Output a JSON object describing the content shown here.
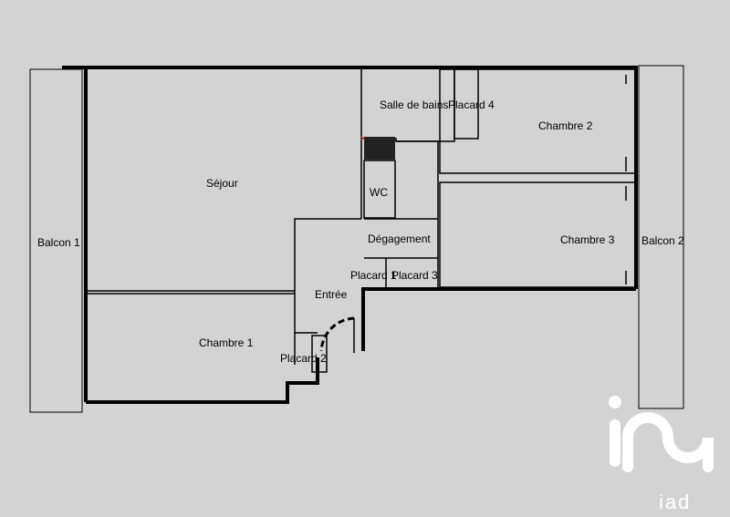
{
  "rooms": {
    "balcon1": "Balcon 1",
    "balcon2": "Balcon 2",
    "sejour": "Séjour",
    "chambre1": "Chambre 1",
    "chambre2": "Chambre 2",
    "chambre3": "Chambre 3",
    "salle_de_bains": "Salle de bains",
    "placard4": "Placard 4",
    "wc": "WC",
    "degagement": "Dégagement",
    "placard1": "Placard 1",
    "placard3": "Placard 3",
    "entree": "Entrée",
    "placard2": "Placard 2"
  },
  "logo": {
    "wordmark": "iad"
  },
  "colors": {
    "background": "#d3d3d3",
    "wall": "#000000",
    "logo": "#ffffff",
    "marker": "#c0392b"
  }
}
